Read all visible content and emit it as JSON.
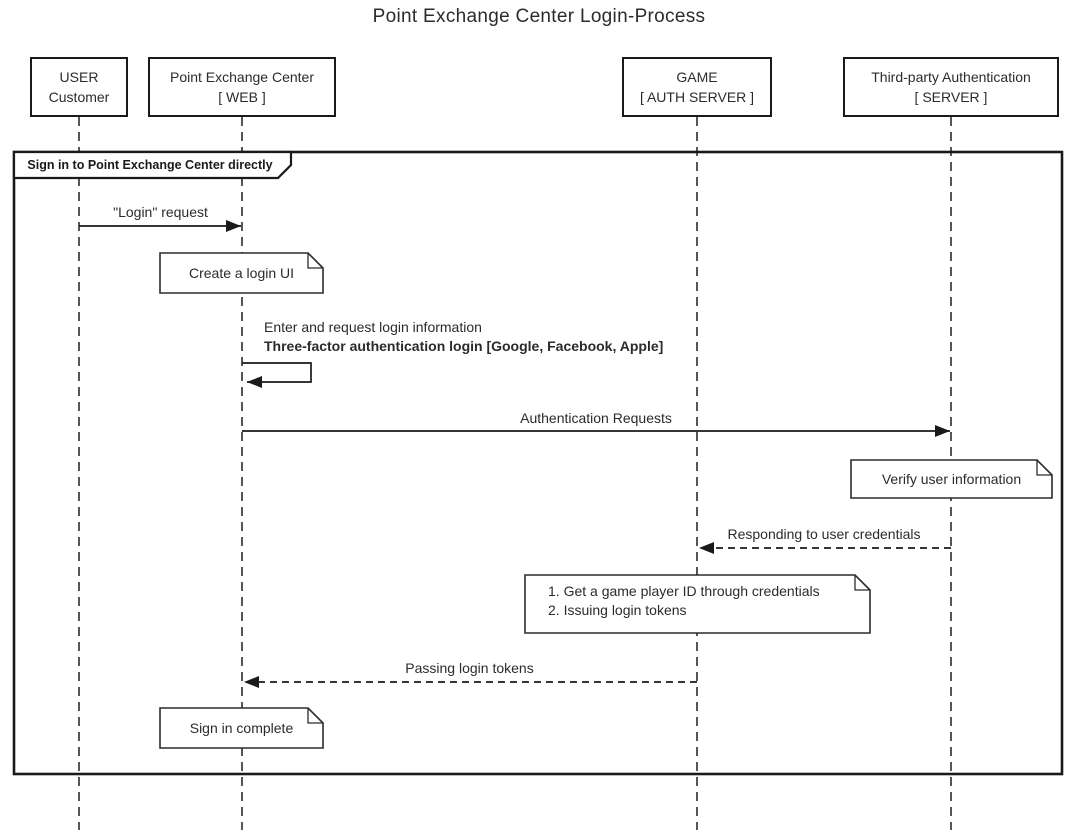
{
  "title": "Point Exchange Center Login-Process",
  "participants": [
    {
      "line1": "USER",
      "line2": "Customer"
    },
    {
      "line1": "Point Exchange Center",
      "line2": "[ WEB ]"
    },
    {
      "line1": "GAME",
      "line2": "[ AUTH SERVER ]"
    },
    {
      "line1": "Third-party Authentication",
      "line2": "[ SERVER ]"
    }
  ],
  "frame": {
    "label": "Sign in to Point Exchange Center directly"
  },
  "messages": [
    {
      "label": "\"Login\" request",
      "from": "USER Customer",
      "to": "Point Exchange Center",
      "style": "solid"
    },
    {
      "label_line1": "Enter and request login information",
      "label_line2": "Three-factor authentication login [Google, Facebook, Apple]",
      "from": "Point Exchange Center",
      "to": "Point Exchange Center",
      "style": "self"
    },
    {
      "label": "Authentication Requests",
      "from": "Point Exchange Center",
      "to": "Third-party Authentication",
      "style": "solid"
    },
    {
      "label": "Responding to user credentials",
      "from": "Third-party Authentication",
      "to": "GAME",
      "style": "dashed"
    },
    {
      "label": "Passing login tokens",
      "from": "GAME",
      "to": "Point Exchange Center",
      "style": "dashed"
    }
  ],
  "notes": [
    {
      "text": "Create a login UI",
      "on": "Point Exchange Center"
    },
    {
      "text": "Verify user information",
      "on": "Third-party Authentication"
    },
    {
      "line1": "1. Get a game player ID through credentials",
      "line2": "2. Issuing login tokens",
      "on": "GAME"
    },
    {
      "text": "Sign in complete",
      "on": "Point Exchange Center"
    }
  ],
  "colors": {
    "line": "#1a1a1a",
    "text": "#2b2b2b",
    "background": "#ffffff"
  }
}
